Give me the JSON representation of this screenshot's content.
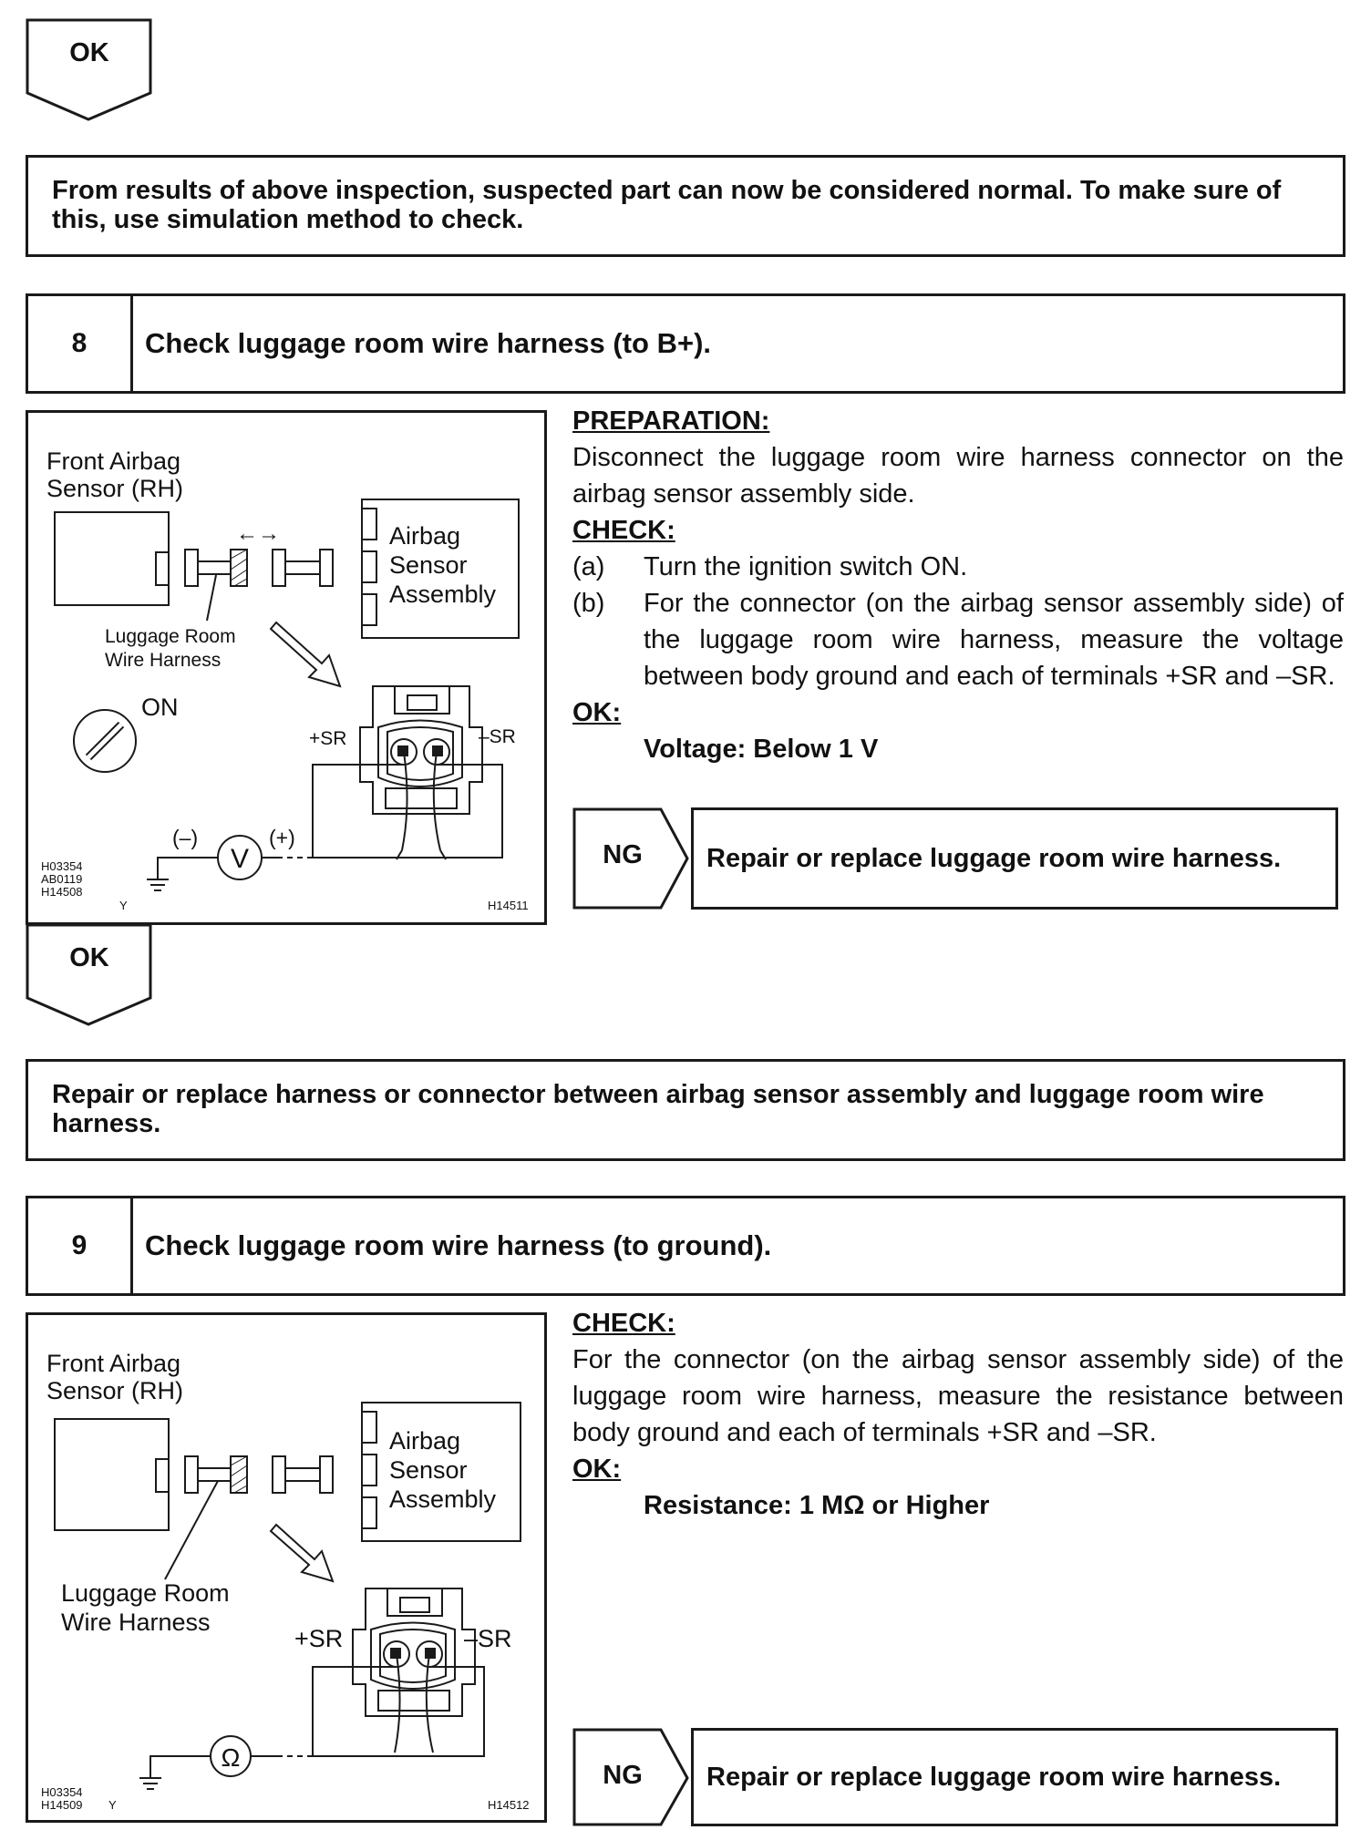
{
  "flags": {
    "ok1": "OK",
    "ok2": "OK",
    "ng1": "NG",
    "ng2": "NG"
  },
  "notes": {
    "normal": "From results of above inspection, suspected part can now be considered normal. To make sure of this, use simulation method to check.",
    "repair_harness": "Repair or replace harness or connector between airbag sensor assembly and luggage room wire harness."
  },
  "step8": {
    "number": "8",
    "title": "Check luggage room wire harness (to B+).",
    "preparation_label": "PREPARATION:",
    "preparation_text": "Disconnect the luggage room wire harness connector on the airbag sensor assembly side.",
    "check_label": "CHECK:",
    "items": [
      {
        "marker": "(a)",
        "text": "Turn the ignition switch ON."
      },
      {
        "marker": "(b)",
        "text": "For the connector (on the airbag sensor assembly side) of the luggage room wire harness, measure the voltage between body ground and each of terminals +SR and –SR."
      }
    ],
    "ok_label": "OK:",
    "ok_value": "Voltage: Below 1 V",
    "ng_action": "Repair or replace luggage room wire harness.",
    "figure": {
      "sensor_label_1": "Front Airbag",
      "sensor_label_2": "Sensor (RH)",
      "assembly_1": "Airbag",
      "assembly_2": "Sensor",
      "assembly_3": "Assembly",
      "harness_1": "Luggage Room",
      "harness_2": "Wire Harness",
      "ignition": "ON",
      "plus_sr": "+SR",
      "minus_sr": "–SR",
      "meter": "V",
      "neg": "(–)",
      "pos": "(+)",
      "code_1": "H03354",
      "code_2": "AB0119",
      "code_3": "H14508",
      "code_y": "Y",
      "fig_code": "H14511"
    }
  },
  "step9": {
    "number": "9",
    "title": "Check luggage room wire harness (to ground).",
    "check_label": "CHECK:",
    "check_text": "For the connector (on the airbag sensor assembly side) of the luggage room wire harness, measure the resistance between body ground and each of terminals +SR and –SR.",
    "ok_label": "OK:",
    "ok_value": "Resistance: 1 MΩ or Higher",
    "ng_action": "Repair or replace luggage room wire harness.",
    "figure": {
      "sensor_label_1": "Front Airbag",
      "sensor_label_2": "Sensor (RH)",
      "assembly_1": "Airbag",
      "assembly_2": "Sensor",
      "assembly_3": "Assembly",
      "harness_1": "Luggage Room",
      "harness_2": "Wire Harness",
      "plus_sr": "+SR",
      "minus_sr": "–SR",
      "meter": "Ω",
      "code_1": "H03354",
      "code_2": "H14509",
      "code_y": "Y",
      "fig_code": "H14512"
    }
  }
}
